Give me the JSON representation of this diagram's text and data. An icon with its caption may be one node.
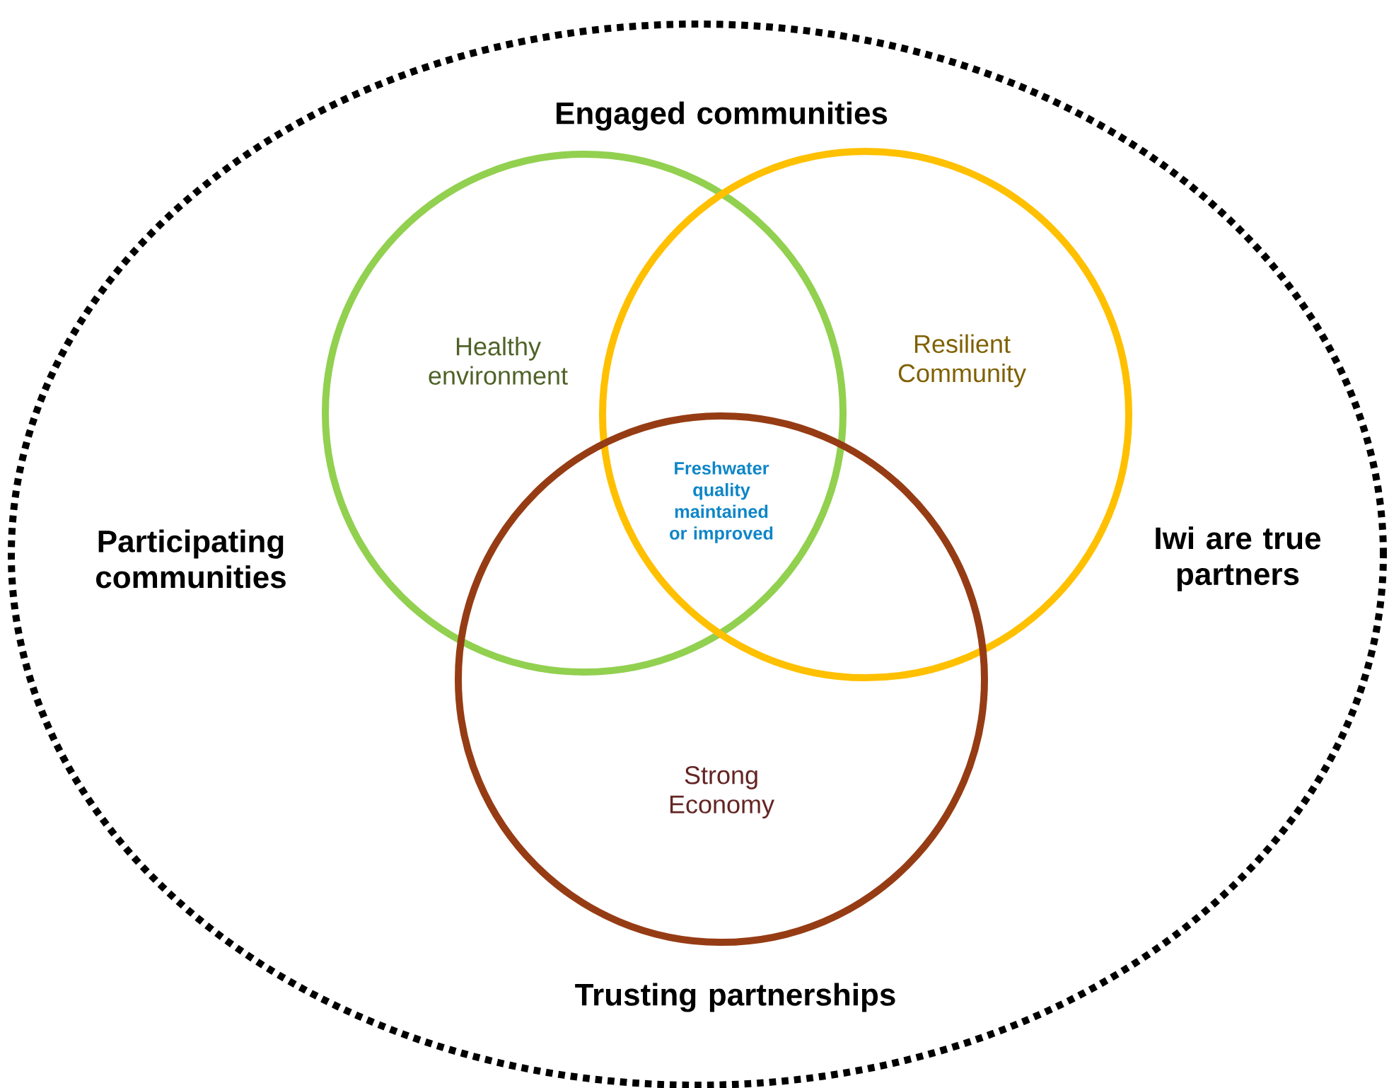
{
  "diagram": {
    "nodes": [
      {
        "text": [
          "Engaged communities",
          "Participating communities",
          "Iwi are true partners",
          "Trusting partnerships"
        ]
      },
      {
        "text": [
          "Healthy environment"
        ],
        "in": 0
      },
      {
        "text": [
          "Resilient Community"
        ],
        "in": 0
      },
      {
        "text": [
          "Strong Economy"
        ],
        "in": 0
      }
    ],
    "labels": [
      "Freshwater quality maintained or improved"
    ]
  }
}
